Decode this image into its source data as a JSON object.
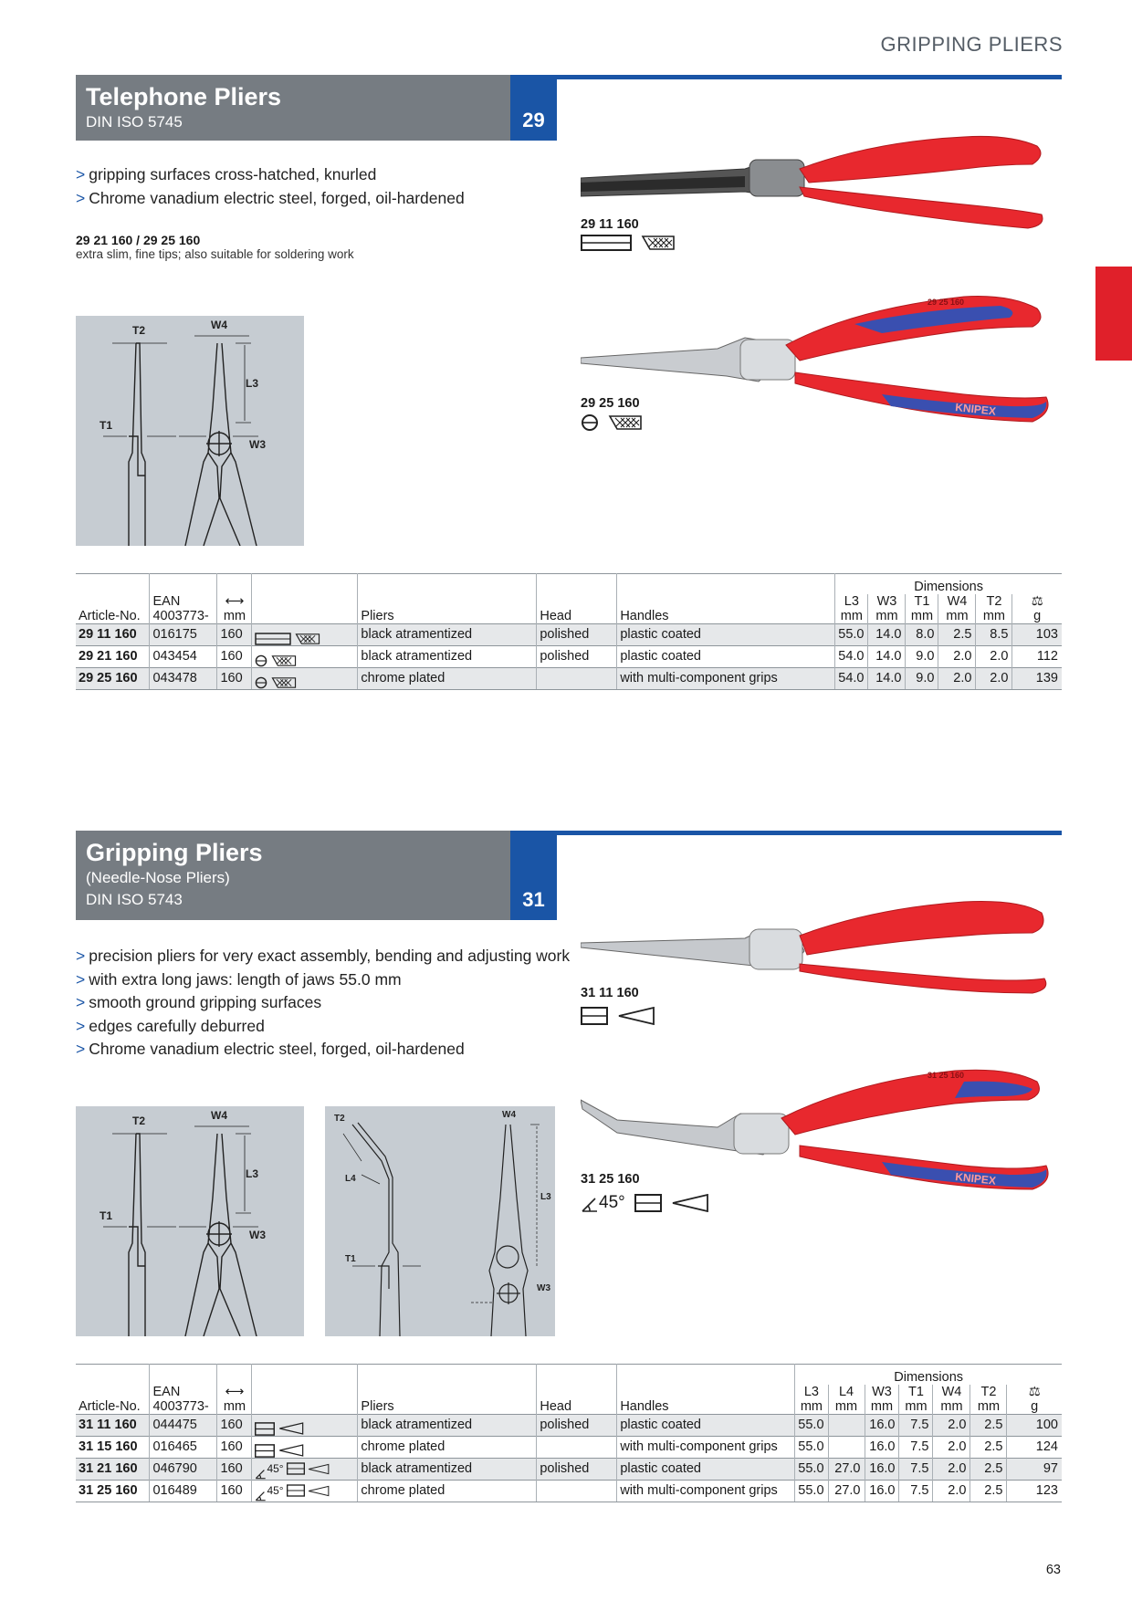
{
  "page": {
    "category": "GRIPPING PLIERS",
    "number": "63"
  },
  "section1": {
    "title": "Telephone Pliers",
    "standard": "DIN ISO 5745",
    "number": "29",
    "bullets": [
      "gripping surfaces cross-hatched, knurled",
      "Chrome vanadium electric steel, forged, oil-hardened"
    ],
    "note_title": "29 21 160 / 29 25 160",
    "note_text": "extra slim, fine tips; also suitable for soldering work",
    "diagram_labels": {
      "t2": "T2",
      "w4": "W4",
      "l3": "L3",
      "t1": "T1",
      "w3": "W3"
    },
    "photo_labels": [
      "29 11 160",
      "29 25 160"
    ],
    "photo_brand": "KNIPEX",
    "photo_marking": "29 25 160",
    "table": {
      "dimensions_label": "Dimensions",
      "headers": {
        "article": "Article-No.",
        "ean_top": "EAN",
        "ean_bottom": "4003773-",
        "length_unit": "mm",
        "pliers": "Pliers",
        "head": "Head",
        "handles": "Handles",
        "dims": [
          "L3",
          "W3",
          "T1",
          "W4",
          "T2"
        ],
        "unit": "mm",
        "weight_unit": "g"
      },
      "rows": [
        {
          "article": "29 11 160",
          "ean": "016175",
          "length": "160",
          "pliers": "black atramentized",
          "head": "polished",
          "handles": "plastic coated",
          "dims": [
            "55.0",
            "14.0",
            "8.0",
            "2.5",
            "8.5"
          ],
          "weight": "103"
        },
        {
          "article": "29 21 160",
          "ean": "043454",
          "length": "160",
          "pliers": "black atramentized",
          "head": "polished",
          "handles": "plastic coated",
          "dims": [
            "54.0",
            "14.0",
            "9.0",
            "2.0",
            "2.0"
          ],
          "weight": "112"
        },
        {
          "article": "29 25 160",
          "ean": "043478",
          "length": "160",
          "pliers": "chrome plated",
          "head": "",
          "handles": "with multi-component grips",
          "dims": [
            "54.0",
            "14.0",
            "9.0",
            "2.0",
            "2.0"
          ],
          "weight": "139"
        }
      ]
    }
  },
  "section2": {
    "title": "Gripping Pliers",
    "subtitle": "(Needle-Nose Pliers)",
    "standard": "DIN ISO 5743",
    "number": "31",
    "bullets": [
      "precision pliers for very exact assembly, bending and adjusting work",
      "with extra long jaws: length of jaws 55.0 mm",
      "smooth ground gripping surfaces",
      "edges carefully deburred",
      "Chrome vanadium electric steel, forged, oil-hardened"
    ],
    "diagram_labels": {
      "t2": "T2",
      "w4": "W4",
      "l3": "L3",
      "t1": "T1",
      "w3": "W3",
      "l4": "L4"
    },
    "photo_labels": [
      "31 11 160",
      "31 25 160"
    ],
    "photo_brand": "KNIPEX",
    "photo_marking": "31 25 160",
    "angle_label": "45°",
    "table": {
      "dimensions_label": "Dimensions",
      "headers": {
        "article": "Article-No.",
        "ean_top": "EAN",
        "ean_bottom": "4003773-",
        "length_unit": "mm",
        "pliers": "Pliers",
        "head": "Head",
        "handles": "Handles",
        "dims": [
          "L3",
          "L4",
          "W3",
          "T1",
          "W4",
          "T2"
        ],
        "unit": "mm",
        "weight_unit": "g"
      },
      "rows": [
        {
          "article": "31 11 160",
          "ean": "044475",
          "length": "160",
          "angle": "",
          "pliers": "black atramentized",
          "head": "polished",
          "handles": "plastic coated",
          "dims": [
            "55.0",
            "",
            "16.0",
            "7.5",
            "2.0",
            "2.5"
          ],
          "weight": "100"
        },
        {
          "article": "31 15 160",
          "ean": "016465",
          "length": "160",
          "angle": "",
          "pliers": "chrome plated",
          "head": "",
          "handles": "with multi-component grips",
          "dims": [
            "55.0",
            "",
            "16.0",
            "7.5",
            "2.0",
            "2.5"
          ],
          "weight": "124"
        },
        {
          "article": "31 21 160",
          "ean": "046790",
          "length": "160",
          "angle": "45°",
          "pliers": "black atramentized",
          "head": "polished",
          "handles": "plastic coated",
          "dims": [
            "55.0",
            "27.0",
            "16.0",
            "7.5",
            "2.0",
            "2.5"
          ],
          "weight": "97"
        },
        {
          "article": "31 25 160",
          "ean": "016489",
          "length": "160",
          "angle": "45°",
          "pliers": "chrome plated",
          "head": "",
          "handles": "with multi-component grips",
          "dims": [
            "55.0",
            "27.0",
            "16.0",
            "7.5",
            "2.0",
            "2.5"
          ],
          "weight": "123"
        }
      ]
    }
  },
  "colors": {
    "brand_blue": "#1a55a6",
    "header_gray": "#767c82",
    "tab_red": "#e0202a",
    "handle_red": "#e8282e",
    "handle_blue": "#3a4fb0"
  },
  "icons": {
    "length": "double-arrow-icon",
    "weight": "scale-icon",
    "flat_jaw": "flat-jaw-icon",
    "round_jaw": "round-jaw-icon",
    "knurled": "knurled-grip-icon",
    "tapered": "tapered-jaw-icon",
    "angled": "angle-45-icon"
  }
}
